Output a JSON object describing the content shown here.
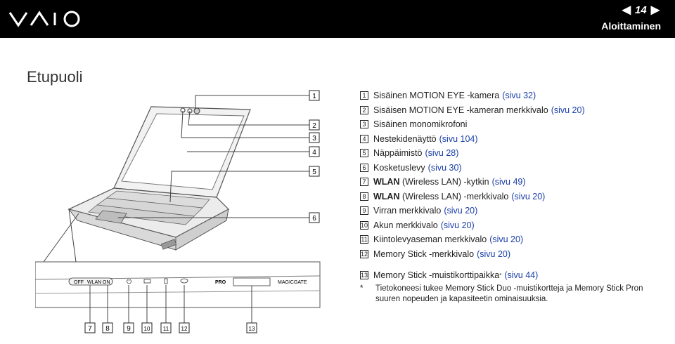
{
  "header": {
    "logo": "VAIO",
    "page_number": "14",
    "prev_icon": "arrow-left-icon",
    "next_icon": "arrow-right-icon",
    "section": "Aloittaminen"
  },
  "title": "Etupuoli",
  "figure": {
    "callout_numbers_top": [
      "1",
      "2",
      "3",
      "4",
      "5",
      "6"
    ],
    "callout_numbers_bottom": [
      "7",
      "8",
      "9",
      "10",
      "11",
      "12",
      "13"
    ],
    "front_labels": {
      "switch_off": "OFF",
      "switch_wlan": "WLAN",
      "switch_on": "ON",
      "pro": "PRO",
      "magicgate": "MAGICGATE"
    }
  },
  "items": [
    {
      "n": "1",
      "bold": "",
      "text": "Sisäinen MOTION EYE -kamera",
      "ref": "(sivu 32)"
    },
    {
      "n": "2",
      "bold": "",
      "text": "Sisäisen MOTION EYE -kameran merkkivalo",
      "ref": "(sivu 20)"
    },
    {
      "n": "3",
      "bold": "",
      "text": "Sisäinen monomikrofoni",
      "ref": ""
    },
    {
      "n": "4",
      "bold": "",
      "text": "Nestekidenäyttö",
      "ref": "(sivu 104)"
    },
    {
      "n": "5",
      "bold": "",
      "text": "Näppäimistö",
      "ref": "(sivu 28)"
    },
    {
      "n": "6",
      "bold": "",
      "text": "Kosketuslevy",
      "ref": "(sivu 30)"
    },
    {
      "n": "7",
      "bold": "WLAN",
      "text": "(Wireless LAN) -kytkin",
      "ref": "(sivu 49)"
    },
    {
      "n": "8",
      "bold": "WLAN",
      "text": "(Wireless LAN) -merkkivalo",
      "ref": "(sivu 20)"
    },
    {
      "n": "9",
      "bold": "",
      "text": "Virran merkkivalo",
      "ref": "(sivu 20)"
    },
    {
      "n": "10",
      "bold": "",
      "text": "Akun merkkivalo",
      "ref": "(sivu 20)"
    },
    {
      "n": "11",
      "bold": "",
      "text": "Kiintolevyaseman merkkivalo",
      "ref": "(sivu 20)"
    },
    {
      "n": "12",
      "bold": "",
      "text": "Memory Stick -merkkivalo",
      "ref": "(sivu 20)"
    },
    {
      "n": "13",
      "bold": "",
      "text": "Memory Stick -muistikorttipaikka",
      "sup": "*",
      "ref": "(sivu 44)"
    }
  ],
  "footnote": {
    "marker": "*",
    "line1": "Tietokoneesi tukee Memory Stick Duo -muistikortteja ja Memory Stick Pron",
    "line2": "suuren nopeuden ja kapasiteetin ominaisuuksia."
  }
}
